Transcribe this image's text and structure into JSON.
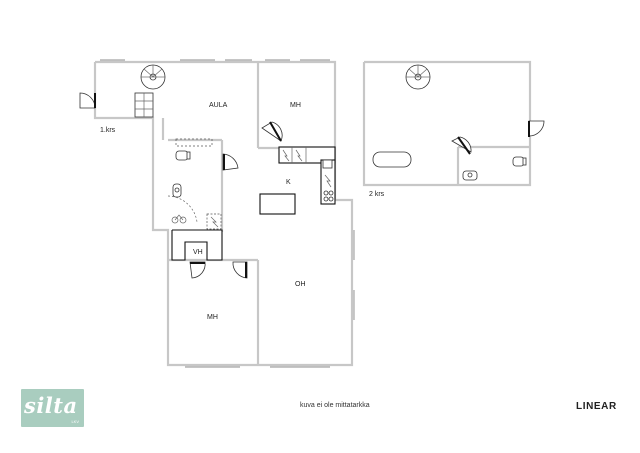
{
  "rooms": {
    "aula": "AULA",
    "mh_top": "MH",
    "k": "K",
    "vh": "VH",
    "oh": "OH",
    "mh_bottom": "MH"
  },
  "floors": {
    "first": "1.krs",
    "second": "2 krs"
  },
  "note": "kuva ei ole mittatarkka",
  "logo": {
    "text": "silta",
    "sub": "LKV"
  },
  "brand": "LINEAR",
  "colors": {
    "logo_bg": "#a9cdbf",
    "wall": "#c7c7c7",
    "fixture_line": "#333333"
  }
}
